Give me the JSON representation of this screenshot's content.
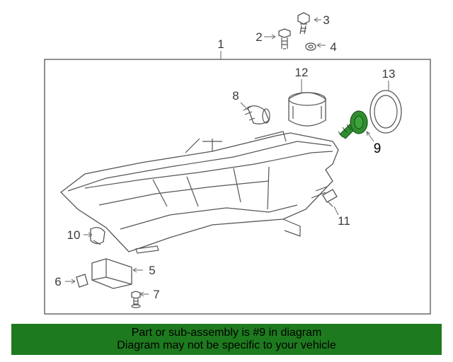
{
  "callouts": {
    "c1": "1",
    "c2": "2",
    "c3": "3",
    "c4": "4",
    "c5": "5",
    "c6": "6",
    "c7": "7",
    "c8": "8",
    "c9": "9",
    "c10": "10",
    "c11": "11",
    "c12": "12",
    "c13": "13"
  },
  "highlighted_part": "9",
  "colors": {
    "highlight_fill": "#2f8f2f",
    "footer_bg": "#1e7a1e"
  },
  "footer": {
    "line1": "Part or sub-assembly is #9 in diagram",
    "line2": "Diagram may not be specific to your vehicle"
  }
}
